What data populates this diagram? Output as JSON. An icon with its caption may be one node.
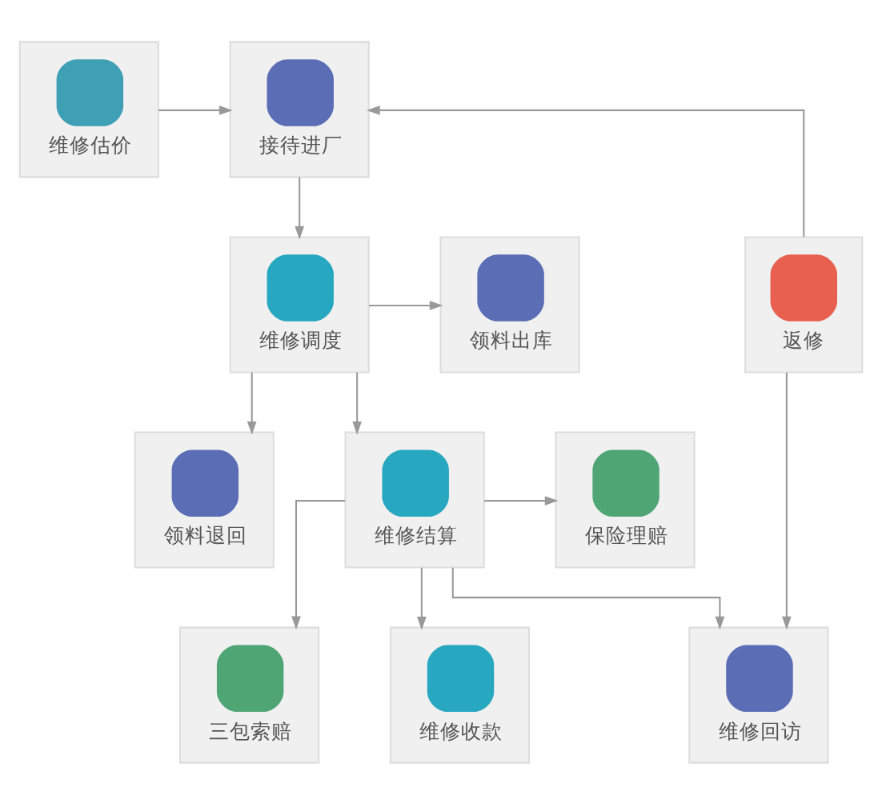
{
  "diagram": {
    "nodes": [
      {
        "text": [
          "维修估价"
        ]
      },
      {
        "text": [
          "接待进厂"
        ]
      },
      {
        "text": [
          "领料出库"
        ]
      },
      {
        "text": [
          "维修调度"
        ]
      },
      {
        "text": [
          "返修"
        ]
      },
      {
        "text": [
          "领料退回"
        ]
      },
      {
        "text": [
          "维修结算"
        ]
      },
      {
        "text": [
          "保险理赔"
        ]
      },
      {
        "text": [
          "三包索赔"
        ]
      },
      {
        "text": [
          "维修收款"
        ]
      },
      {
        "text": [
          "维修回访"
        ]
      }
    ],
    "edges": [
      {
        "from": 0,
        "to": 1,
        "arrow": "to"
      },
      {
        "from": 1,
        "to": 3,
        "arrow": "to"
      },
      {
        "from": 3,
        "to": 2,
        "arrow": "to"
      },
      {
        "from": 3,
        "to": 5,
        "arrow": "to"
      },
      {
        "from": 4,
        "to": 1,
        "arrow": "to"
      },
      {
        "from": 3,
        "to": 6,
        "arrow": "to"
      },
      {
        "from": 6,
        "to": 7,
        "arrow": "to"
      },
      {
        "from": 6,
        "to": 8,
        "arrow": "to"
      },
      {
        "from": 6,
        "to": 9,
        "arrow": "to"
      },
      {
        "from": 6,
        "to": 10,
        "arrow": "to"
      },
      {
        "from": 4,
        "to": 10,
        "arrow": "to"
      }
    ]
  }
}
